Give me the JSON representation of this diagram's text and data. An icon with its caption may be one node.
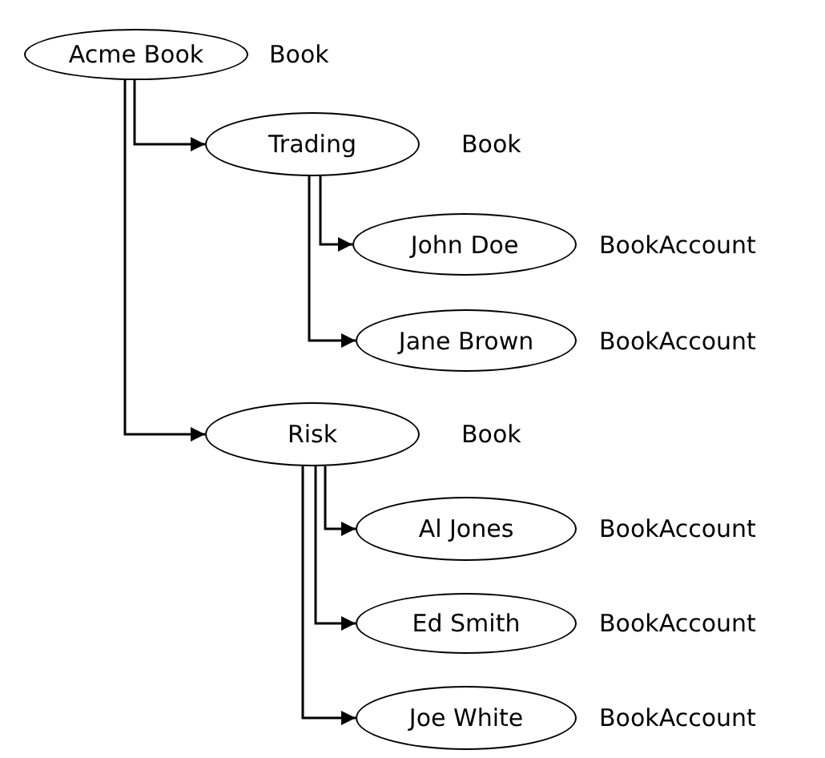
{
  "diagram": {
    "nodes": [
      {
        "text": [
          "Acme Book"
        ],
        "beside": [
          "Book"
        ]
      },
      {
        "text": [
          "Trading"
        ],
        "beside": [
          "Book"
        ]
      },
      {
        "text": [
          "John Doe"
        ],
        "beside": [
          "BookAccount"
        ]
      },
      {
        "text": [
          "Jane Brown"
        ],
        "beside": [
          "BookAccount"
        ]
      },
      {
        "text": [
          "Risk"
        ],
        "beside": [
          "Book"
        ]
      },
      {
        "text": [
          "Al Jones"
        ],
        "beside": [
          "BookAccount"
        ]
      },
      {
        "text": [
          "Ed Smith"
        ],
        "beside": [
          "BookAccount"
        ]
      },
      {
        "text": [
          "Joe White"
        ],
        "beside": [
          "BookAccount"
        ]
      }
    ],
    "edges": [
      {
        "from": 0,
        "to": 1,
        "arrow": "to"
      },
      {
        "from": 0,
        "to": 4,
        "arrow": "to"
      },
      {
        "from": 1,
        "to": 2,
        "arrow": "to"
      },
      {
        "from": 1,
        "to": 3,
        "arrow": "to"
      },
      {
        "from": 4,
        "to": 5,
        "arrow": "to"
      },
      {
        "from": 4,
        "to": 6,
        "arrow": "to"
      },
      {
        "from": 4,
        "to": 7,
        "arrow": "to"
      }
    ]
  }
}
